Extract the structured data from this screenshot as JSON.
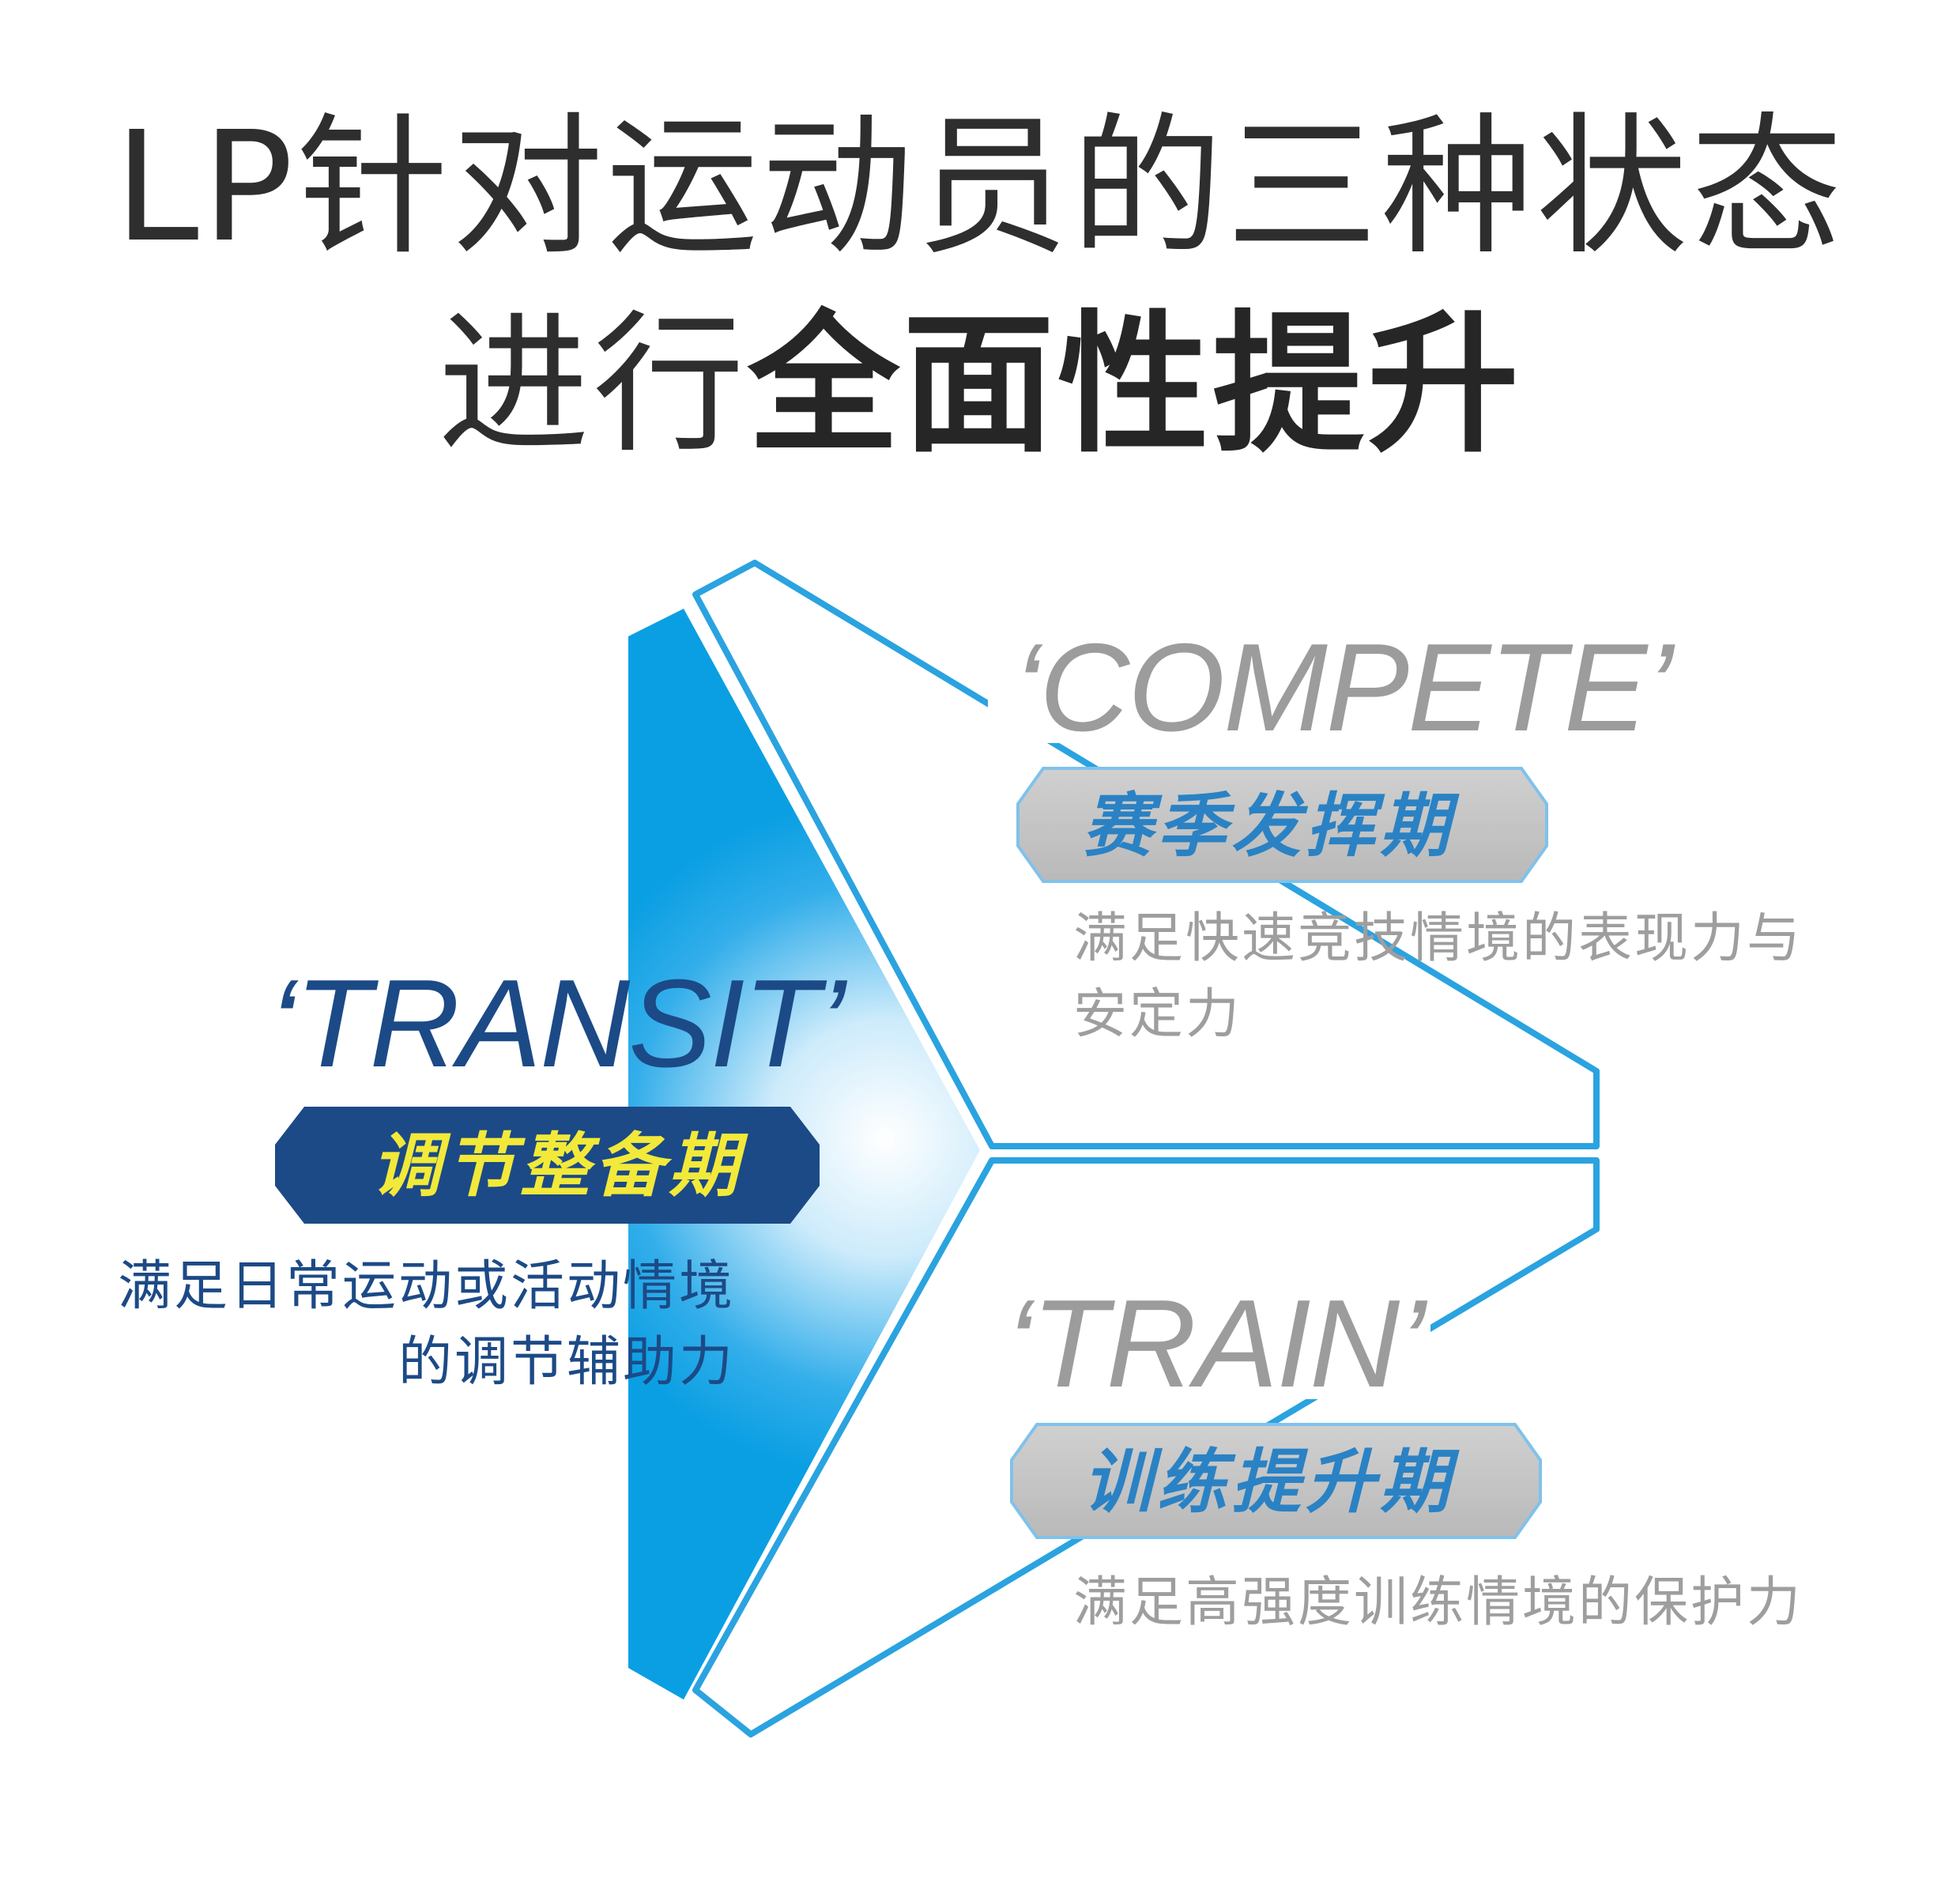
{
  "headline": {
    "line1": "LP针对运动员的三种状态",
    "line2_regular": "进行",
    "line2_bold": "全面性提升"
  },
  "states": {
    "compete": {
      "title": "‘COMPETE’",
      "phase": "赛季发挥期",
      "desc_line1": "满足快速竞技情境的表现力与",
      "desc_line2": "安定力"
    },
    "transit": {
      "title": "‘TRANSIT’",
      "phase": "调节整备期",
      "desc_line1": "满足日常运动或活动情境",
      "desc_line2": "的调节辅助力"
    },
    "train": {
      "title": "‘TRAIN’",
      "phase": "训练提升期",
      "desc_line1": "满足高强度训练情境的保护力"
    }
  },
  "colors": {
    "heading": "#2e2e2e",
    "accent_blue": "#0a9fe3",
    "outline_blue": "#2aa3e0",
    "navy": "#1c4a86",
    "grey_text": "#9c9c9c",
    "pill_grey": "#c4c4c4",
    "transit_phase_text": "#f2e93a",
    "phase_text_blue": "#2a82c4"
  }
}
